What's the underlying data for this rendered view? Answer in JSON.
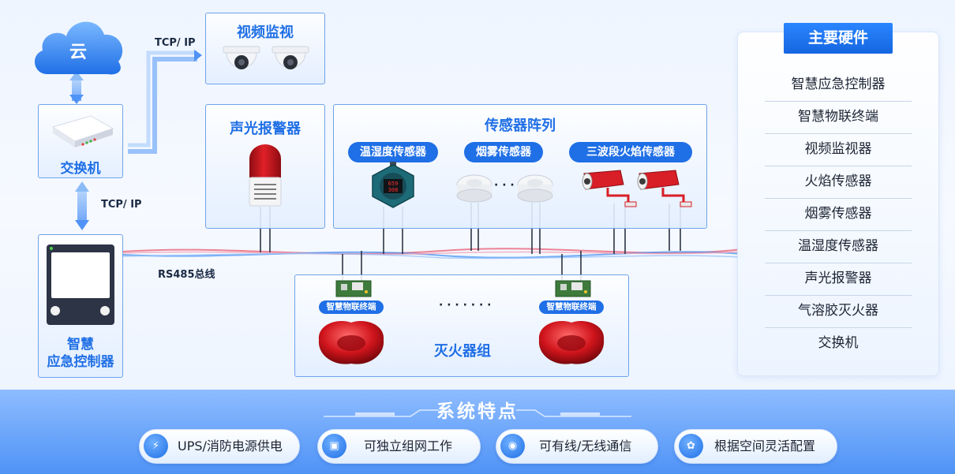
{
  "cloud": {
    "label": "云"
  },
  "switch": {
    "label": "交换机"
  },
  "controller": {
    "label_line1": "智慧",
    "label_line2": "应急控制器"
  },
  "links": {
    "tcp_top": "TCP/ IP",
    "tcp_mid": "TCP/ IP",
    "bus": "RS485总线"
  },
  "video": {
    "title": "视频监视"
  },
  "alarm": {
    "title": "声光报警器"
  },
  "sensors": {
    "title": "传感器阵列",
    "humidity": "温湿度传感器",
    "humidity_display": [
      "659",
      "308"
    ],
    "smoke": "烟雾传感器",
    "flame": "三波段火焰传感器",
    "ellipsis": "· · ·"
  },
  "extinguisher": {
    "title": "灭火器组",
    "terminal_left": "智慧物联终端",
    "terminal_right": "智慧物联终端",
    "ellipsis": "· · · · · · ·"
  },
  "hardware": {
    "title": "主要硬件",
    "items": [
      "智慧应急控制器",
      "智慧物联终端",
      "视频监视器",
      "火焰传感器",
      "烟雾传感器",
      "温湿度传感器",
      "声光报警器",
      "气溶胶灭火器",
      "交换机"
    ]
  },
  "footer": {
    "title": "系统特点",
    "features": [
      {
        "text": "UPS/消防电源供电",
        "icon": "power-icon"
      },
      {
        "text": "可独立组网工作",
        "icon": "chip-icon"
      },
      {
        "text": "可有线/无线通信",
        "icon": "signal-icon"
      },
      {
        "text": "根据空间灵活配置",
        "icon": "config-icon"
      }
    ]
  },
  "colors": {
    "accent": "#1f6fe6",
    "bus_red": "#e8506a",
    "bus_blue": "#3d8cf0",
    "device_red": "#c8141c"
  }
}
